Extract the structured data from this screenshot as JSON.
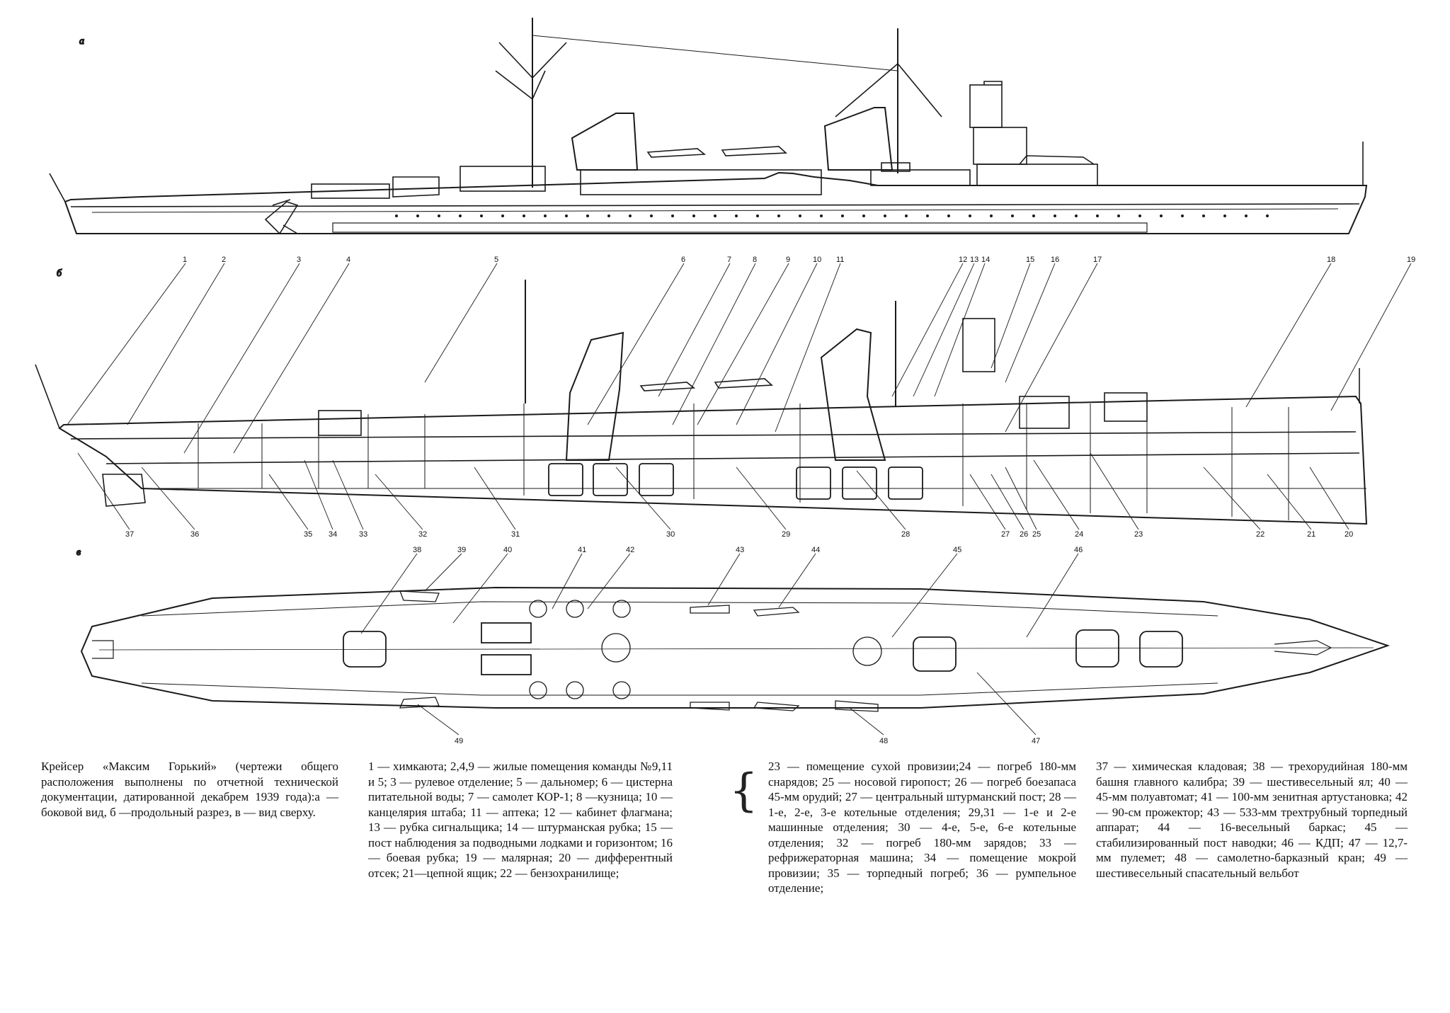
{
  "views": {
    "a": "а",
    "b": "б",
    "c": "в"
  },
  "callouts_top": [
    "1",
    "2",
    "3",
    "4",
    "5",
    "6",
    "7",
    "8",
    "9",
    "10",
    "11",
    "12",
    "13",
    "14",
    "15",
    "16",
    "17",
    "18",
    "19"
  ],
  "callouts_bottom": [
    "37",
    "36",
    "35",
    "34",
    "33",
    "32",
    "31",
    "30",
    "29",
    "28",
    "27",
    "26",
    "25",
    "24",
    "23",
    "22",
    "21",
    "20"
  ],
  "callouts_plan_top": [
    "38",
    "39",
    "40",
    "41",
    "42",
    "43",
    "44",
    "45",
    "46"
  ],
  "callouts_plan_bottom": [
    "49",
    "48",
    "47"
  ],
  "caption": {
    "title": "Крейсер «Максим Горький» (чертежи общего расположения выполнены по отчетной технической документации, датированной декабрем 1939 года):а — боковой вид, б —продольный разрез, в — вид сверху.",
    "col1": "1 — химкаюта; 2,4,9 — жилые помещения команды №9,11 и 5; 3 — рулевое отделение; 5 — дальномер; 6 — цистерна питательной воды; 7 — самолет КОР-1; 8 —кузница; 10 — канцелярия штаба; 11 — аптека; 12 — кабинет флагмана; 13 — рубка сигнальщика; 14 — штурманская рубка; 15 — пост наблюдения за подводными лодками и горизонтом; 16 — боевая рубка; 19 — малярная; 20 — дифферентный отсек; 21—цепной ящик; 22 — бензохранилище;",
    "col2": "23 — помещение сухой провизии;24 — погреб 180-мм снарядов; 25 — носовой гиропост; 26 — погреб боезапаса 45-мм орудий; 27 — центральный штурманский пост; 28 — 1-е, 2-е, 3-е котельные отделения; 29,31 — 1-е и 2-е машинные отделения; 30 — 4-е, 5-е, 6-е котельные отделения; 32 — погреб 180-мм зарядов; 33 — рефрижераторная машина; 34 — помещение мокрой провизии; 35 — торпедный погреб; 36 — румпельное отделение;",
    "col3": "37 — химическая кладовая; 38 — трехорудийная 180-мм башня главного калибра; 39 — шестивесельный ял; 40 — 45-мм полуавтомат; 41 — 100-мм зенитная артустановка; 42 — 90-см прожектор; 43 — 533-мм трехтрубный торпедный аппарат; 44 — 16-весельный баркас; 45 — стабилизированный пост наводки; 46 — КДП; 47 — 12,7-мм пулемет; 48 — самолетно-барказный кран; 49 — шестивесельный спасательный вельбот"
  }
}
